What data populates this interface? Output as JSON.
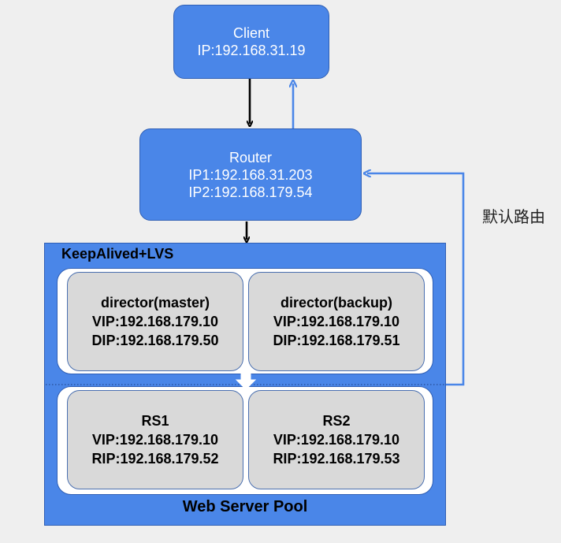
{
  "client": {
    "title": "Client",
    "ip": "IP:192.168.31.19"
  },
  "router": {
    "title": "Router",
    "ip1": "IP1:192.168.31.203",
    "ip2": "IP2:192.168.179.54"
  },
  "cluster": {
    "title": "KeepAlived+LVS",
    "footer": "Web Server Pool"
  },
  "directors": [
    {
      "title": "director(master)",
      "vip": "VIP:192.168.179.10",
      "dip": "DIP:192.168.179.50"
    },
    {
      "title": "director(backup)",
      "vip": "VIP:192.168.179.10",
      "dip": "DIP:192.168.179.51"
    }
  ],
  "real_servers": [
    {
      "title": "RS1",
      "vip": "VIP:192.168.179.10",
      "rip": "RIP:192.168.179.52"
    },
    {
      "title": "RS2",
      "vip": "VIP:192.168.179.10",
      "rip": "RIP:192.168.179.53"
    }
  ],
  "default_route_label": "默认路由",
  "colors": {
    "box_blue": "#4a86e8",
    "return_line": "#4a86e8",
    "request_line": "#000000",
    "gray_box": "#d9d9d9"
  }
}
